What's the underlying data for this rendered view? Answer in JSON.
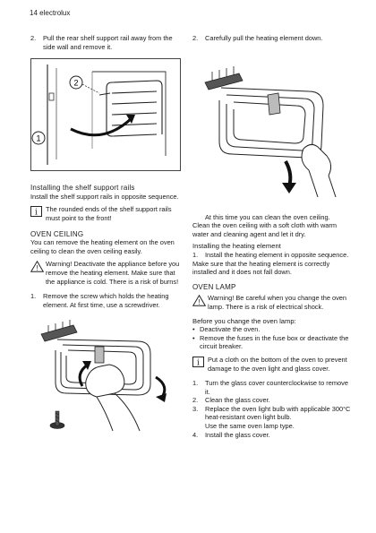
{
  "header": {
    "page_number": "14",
    "brand": "electrolux"
  },
  "left": {
    "step2": {
      "num": "2.",
      "text": "Pull the rear shelf support rail away from the side wall and remove it."
    },
    "fig1": {
      "callout1": "1",
      "callout2": "2"
    },
    "install_heading": "Installing the shelf support rails",
    "install_text": "Install the shelf support rails in opposite sequence.",
    "install_note": "The rounded ends of the shelf support rails must point to the front!",
    "oven_ceiling_heading": "OVEN CEILING",
    "oven_ceiling_text": "You can remove the heating element on the oven ceiling to clean the oven ceiling easily.",
    "warning": "Warning! Deactivate the appliance before you remove the heating element. Make sure that the appliance is cold. There is a risk of burns!",
    "step1": {
      "num": "1.",
      "text": "Remove the screw which holds the heating element. At first time, use a screwdriver."
    }
  },
  "right": {
    "step2": {
      "num": "2.",
      "text": "Carefully pull the heating element down."
    },
    "clean1": "At this time you can clean the oven ceiling.",
    "clean2": "Clean the oven ceiling with a soft cloth with warm water and cleaning agent and let it dry.",
    "install_heater_heading": "Installing the heating element",
    "install_heater_step": {
      "num": "1.",
      "text": "Install the heating element in opposite sequence."
    },
    "install_heater_note": "Make sure that the heating element is correctly installed and it does not fall down.",
    "oven_lamp_heading": "OVEN LAMP",
    "lamp_warning": "Warning! Be careful when you change the oven lamp. There is a risk of electrical shock.",
    "before_heading": "Before you change the oven lamp:",
    "bullets": [
      "Deactivate the oven.",
      "Remove the fuses in the fuse box or deactivate the circuit breaker."
    ],
    "cloth_note": "Put a cloth on the bottom of the oven to prevent damage to the oven light and glass cover.",
    "steps": [
      {
        "num": "1.",
        "text": "Turn the glass cover counterclockwise to remove it."
      },
      {
        "num": "2.",
        "text": "Clean the glass cover."
      },
      {
        "num": "3.",
        "text": "Replace the oven light bulb with applicable 300°C heat-resistant oven light bulb."
      },
      {
        "num": "",
        "text": "Use the same oven lamp type."
      },
      {
        "num": "4.",
        "text": "Install the glass cover."
      }
    ]
  }
}
